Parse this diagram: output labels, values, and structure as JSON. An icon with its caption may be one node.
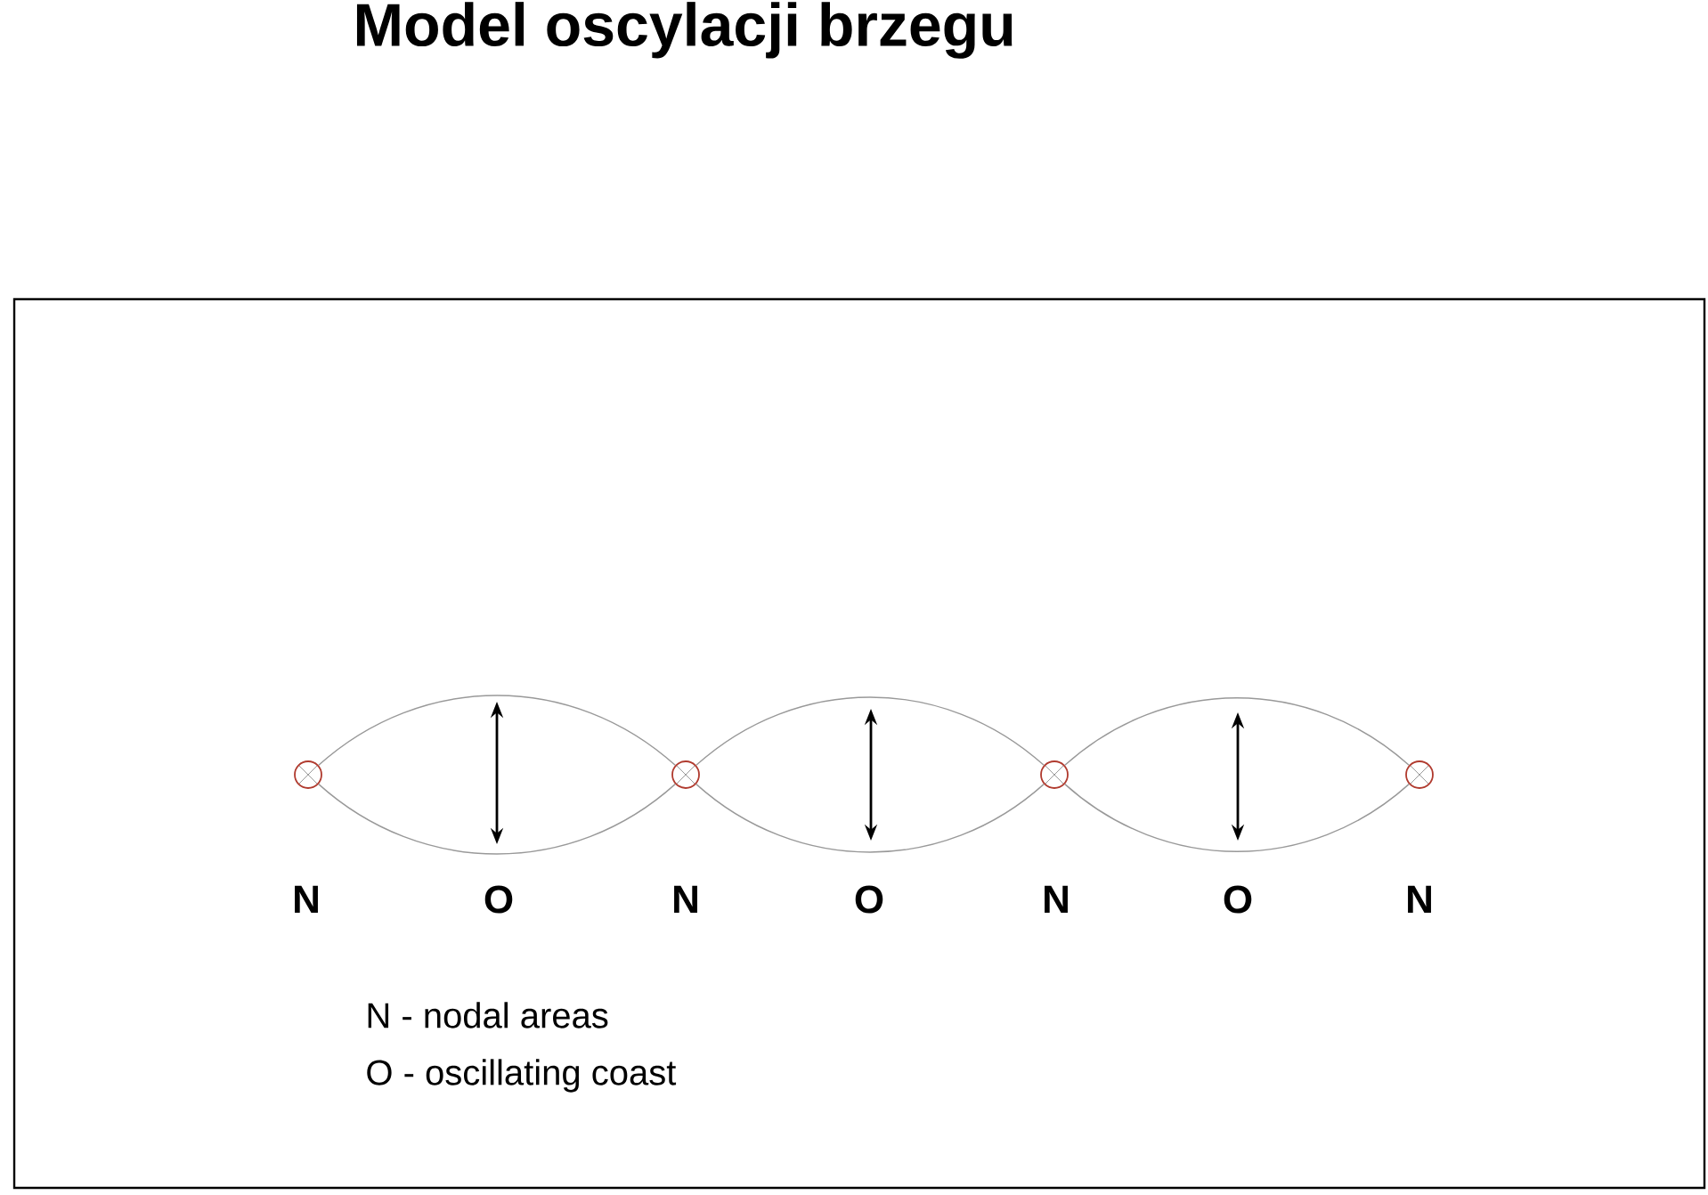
{
  "diagram": {
    "title": "Model oscylacji brzegu",
    "nodes": [
      {
        "text": [],
        "shape": "circle"
      },
      {
        "text": [],
        "shape": "circle"
      },
      {
        "text": [],
        "shape": "circle"
      },
      {
        "text": [],
        "shape": "circle"
      }
    ],
    "edges": [
      {
        "from": 0,
        "to": 1,
        "arrow": "none"
      },
      {
        "from": 0,
        "to": 1,
        "arrow": "none"
      },
      {
        "from": 1,
        "to": 2,
        "arrow": "none"
      },
      {
        "from": 1,
        "to": 2,
        "arrow": "none"
      },
      {
        "from": 2,
        "to": 3,
        "arrow": "none"
      },
      {
        "from": 2,
        "to": 3,
        "arrow": "none"
      }
    ],
    "labels": [
      "N",
      "O",
      "N",
      "O",
      "N",
      "O",
      "N",
      "N - nodal areas",
      "O - oscillating coast"
    ]
  }
}
